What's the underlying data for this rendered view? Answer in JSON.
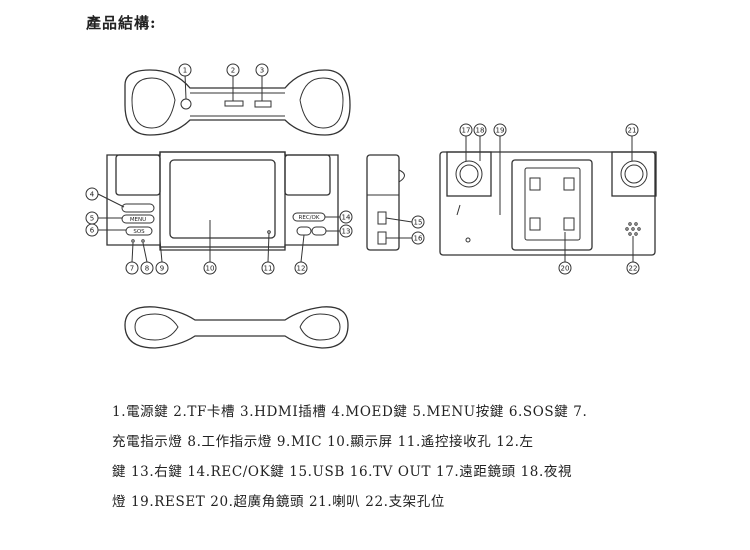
{
  "title": "產品結構:",
  "buttons": {
    "menu_label": "MENU",
    "sos_label": "SOS",
    "rec_label": "REC/OK"
  },
  "callouts": [
    "1",
    "2",
    "3",
    "4",
    "5",
    "6",
    "7",
    "8",
    "9",
    "10",
    "11",
    "12",
    "13",
    "14",
    "15",
    "16",
    "17",
    "18",
    "19",
    "20",
    "21",
    "22"
  ],
  "legend": [
    "1.電源鍵 2.TF卡槽 3.HDMI插槽 4.MOED鍵 5.MENU按鍵 6.SOS鍵 7.",
    "充電指示燈 8.工作指示燈 9.MIC 10.顯示屏 11.遙控接收孔 12.左",
    "鍵 13.右鍵 14.REC/OK鍵 15.USB 16.TV OUT 17.遠距鏡頭 18.夜視",
    "燈 19.RESET 20.超廣角鏡頭 21.喇叭 22.支架孔位"
  ]
}
